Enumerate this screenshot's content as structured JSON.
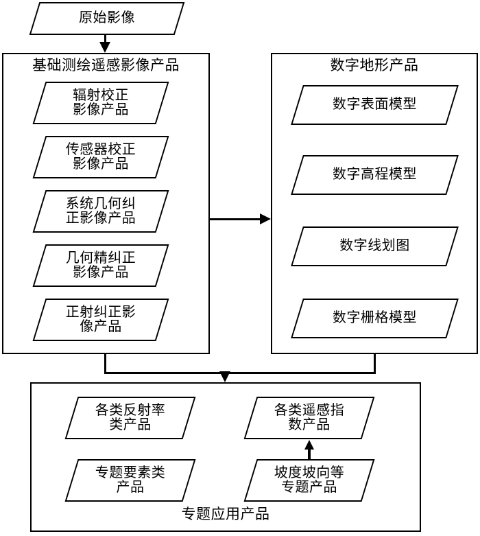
{
  "diagram": {
    "title": "",
    "colors": {
      "line": "#000000",
      "fill": "#ffffff",
      "text": "#000000"
    },
    "source_node": {
      "label": "原始影像"
    },
    "groups": [
      {
        "id": "basic-mapping-remote-sensing-image-products",
        "title": "基础测绘遥感影像产品",
        "items": [
          {
            "id": "radiometric-correction",
            "lines": [
              "辐射校正",
              "影像产品"
            ]
          },
          {
            "id": "sensor-correction",
            "lines": [
              "传感器校正",
              "影像产品"
            ]
          },
          {
            "id": "systematic-geometric-correction",
            "lines": [
              "系统几何纠",
              "正影像产品"
            ]
          },
          {
            "id": "precise-geometric-correction",
            "lines": [
              "几何精纠正",
              "影像产品"
            ]
          },
          {
            "id": "orthorectified",
            "lines": [
              "正射纠正影",
              "像产品"
            ]
          }
        ]
      },
      {
        "id": "digital-terrain-products",
        "title": "数字地形产品",
        "items": [
          {
            "id": "digital-surface-model",
            "lines": [
              "数字表面模型"
            ]
          },
          {
            "id": "digital-elevation-model",
            "lines": [
              "数字高程模型"
            ]
          },
          {
            "id": "digital-line-graphic",
            "lines": [
              "数字线划图"
            ]
          },
          {
            "id": "digital-raster-model",
            "lines": [
              "数字栅格模型"
            ]
          }
        ]
      },
      {
        "id": "thematic-application-products",
        "title": "专题应用产品",
        "items": [
          {
            "id": "reflectance-products",
            "lines": [
              "各类反射率",
              "类产品"
            ]
          },
          {
            "id": "thematic-feature-products",
            "lines": [
              "专题要素类",
              "产品"
            ]
          },
          {
            "id": "remote-sensing-index-products",
            "lines": [
              "各类遥感指",
              "数产品"
            ]
          },
          {
            "id": "slope-aspect-thematic-products",
            "lines": [
              "坡度坡向等",
              "专题产品"
            ]
          }
        ]
      }
    ],
    "connectors": [
      {
        "id": "source-to-basic",
        "type": "arrow-down"
      },
      {
        "id": "basic-to-terrain",
        "type": "arrow-right"
      },
      {
        "id": "basic-and-terrain-to-thematic",
        "type": "arrow-down"
      },
      {
        "id": "slope-to-index",
        "type": "arrow-up"
      }
    ]
  }
}
